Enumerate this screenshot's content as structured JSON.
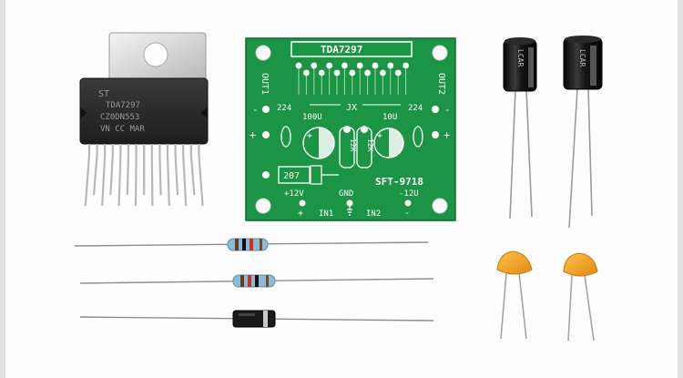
{
  "ic": {
    "brand": "ST",
    "model": "TDA7297",
    "lot": "CZ0DN553",
    "origin": "VN CC MAR"
  },
  "pcb": {
    "title": "TDA7297",
    "out1": "OUT1",
    "out2": "OUT2",
    "cap_left": "224",
    "cap_right": "224",
    "elec_left": "100U",
    "elec_right": "10U",
    "jx": "JX",
    "res_left": "12K",
    "res_right": "12K",
    "smd": "207",
    "model": "SFT-9718",
    "plus12": "+12V",
    "gnd": "GND",
    "minus12": "-12U",
    "in1": "IN1",
    "in2": "IN2",
    "plus": "+",
    "minus": "-"
  },
  "capacitor_label": "LCAR",
  "colors": {
    "pcb": "#178c3c",
    "silkscreen": "#ffffff",
    "ic_body": "#2b2b2b",
    "ceramic": "#f0a020",
    "capacitor": "#161616",
    "resistor": "#89b9d6"
  }
}
